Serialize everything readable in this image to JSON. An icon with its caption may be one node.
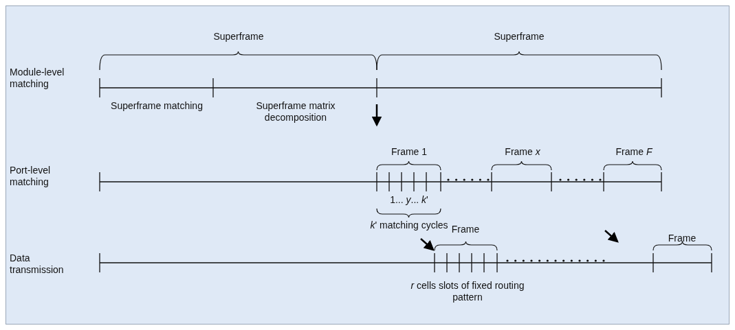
{
  "diagram": {
    "labels": [
      "Superframe",
      "Superframe",
      "Module-level matching",
      "Superframe matching",
      "Superframe matrix decomposition",
      "Frame 1",
      "Frame *x*",
      "Frame *F*",
      "Port-level matching",
      "1... *y*... *k*'",
      "*k*' matching cycles",
      "Frame",
      "Frame",
      "Data transmission",
      "*r* cells slots of fixed routing pattern"
    ]
  }
}
